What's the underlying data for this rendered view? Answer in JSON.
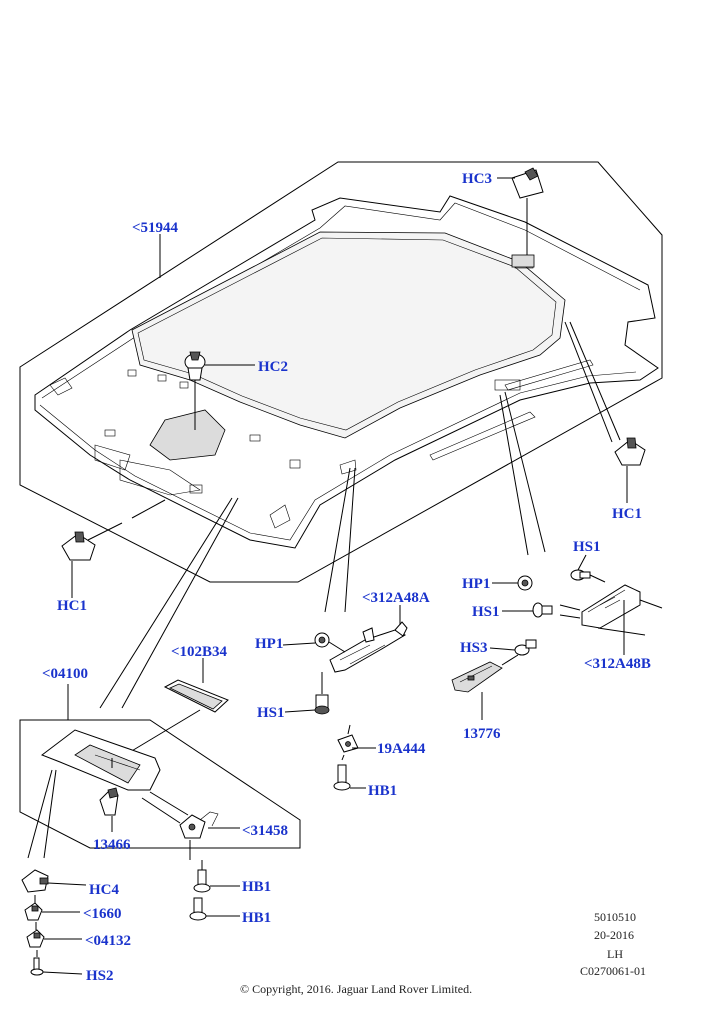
{
  "colors": {
    "label": "#1a33cc",
    "line": "#000000",
    "text": "#222222",
    "shade": "#dcdcdc"
  },
  "labels": {
    "hc3": "HC3",
    "p51944": "<51944",
    "hc2": "HC2",
    "hc1_right": "HC1",
    "hc1_left": "HC1",
    "hs1_top": "HS1",
    "hp1_right": "HP1",
    "hs1_right": "HS1",
    "hs3": "HS3",
    "p312A48A": "<312A48A",
    "hp1_mid": "HP1",
    "hs1_mid": "HS1",
    "p312A48B": "<312A48B",
    "p13776": "13776",
    "p102B34": "<102B34",
    "p04100": "<04100",
    "p19A444": "19A444",
    "hb1_mid": "HB1",
    "p31458": "<31458",
    "p13466": "13466",
    "hc4": "HC4",
    "hb1_a": "HB1",
    "hb1_b": "HB1",
    "p1660": "<1660",
    "p04132": "<04132",
    "hs2": "HS2"
  },
  "footer": {
    "code1": "5010510",
    "code2": "20-2016",
    "code3": "LH",
    "code4": "C0270061-01",
    "copyright": "© Copyright, 2016. Jaguar Land Rover Limited."
  }
}
